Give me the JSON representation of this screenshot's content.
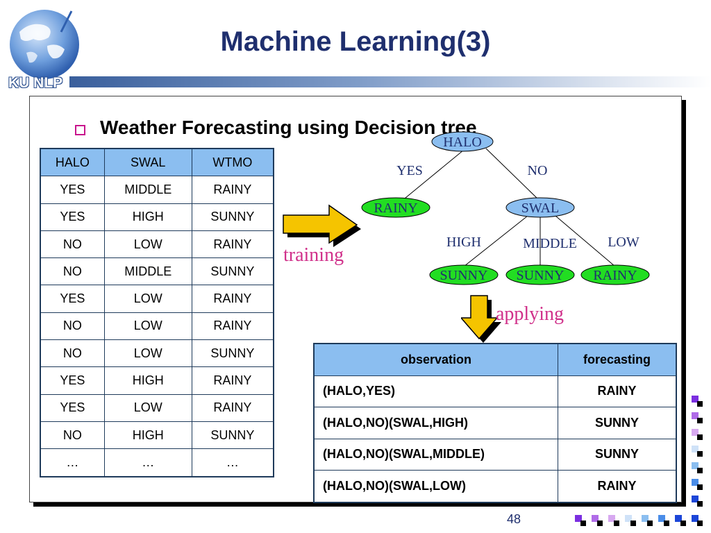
{
  "header": {
    "logo_text": "KU NLP",
    "title": "Machine Learning(3)"
  },
  "bullet": {
    "text": "Weather Forecasting using Decision tree"
  },
  "training_table": {
    "headers": [
      "HALO",
      "SWAL",
      "WTMO"
    ],
    "rows": [
      [
        "YES",
        "MIDDLE",
        "RAINY"
      ],
      [
        "YES",
        "HIGH",
        "SUNNY"
      ],
      [
        "NO",
        "LOW",
        "RAINY"
      ],
      [
        "NO",
        "MIDDLE",
        "SUNNY"
      ],
      [
        "YES",
        "LOW",
        "RAINY"
      ],
      [
        "NO",
        "LOW",
        "RAINY"
      ],
      [
        "NO",
        "LOW",
        "SUNNY"
      ],
      [
        "YES",
        "HIGH",
        "RAINY"
      ],
      [
        "YES",
        "LOW",
        "RAINY"
      ],
      [
        "NO",
        "HIGH",
        "SUNNY"
      ],
      [
        "…",
        "…",
        "…"
      ]
    ]
  },
  "tree": {
    "root": "HALO",
    "edge_yes": "YES",
    "edge_no": "NO",
    "leaf_yes": "RAINY",
    "node_swal": "SWAL",
    "edge_high": "HIGH",
    "edge_middle": "MIDDLE",
    "edge_low": "LOW",
    "leaf_high": "SUNNY",
    "leaf_middle": "SUNNY",
    "leaf_low": "RAINY"
  },
  "labels": {
    "training": "training",
    "applying": "applying"
  },
  "apply_table": {
    "headers": [
      "observation",
      "forecasting"
    ],
    "rows": [
      [
        "(HALO,YES)",
        "RAINY"
      ],
      [
        "(HALO,NO)(SWAL,HIGH)",
        "SUNNY"
      ],
      [
        "(HALO,NO)(SWAL,MIDDLE)",
        "SUNNY"
      ],
      [
        "(HALO,NO)(SWAL,LOW)",
        "RAINY"
      ]
    ]
  },
  "footer": {
    "page_number": "48"
  },
  "colors": {
    "title": "#1f2f6e",
    "table_header": "#8bbef0",
    "tree_node": "#22dd22",
    "root_node": "#8bbef0",
    "accent_label": "#d0308a",
    "arrow": "#f5c400"
  }
}
